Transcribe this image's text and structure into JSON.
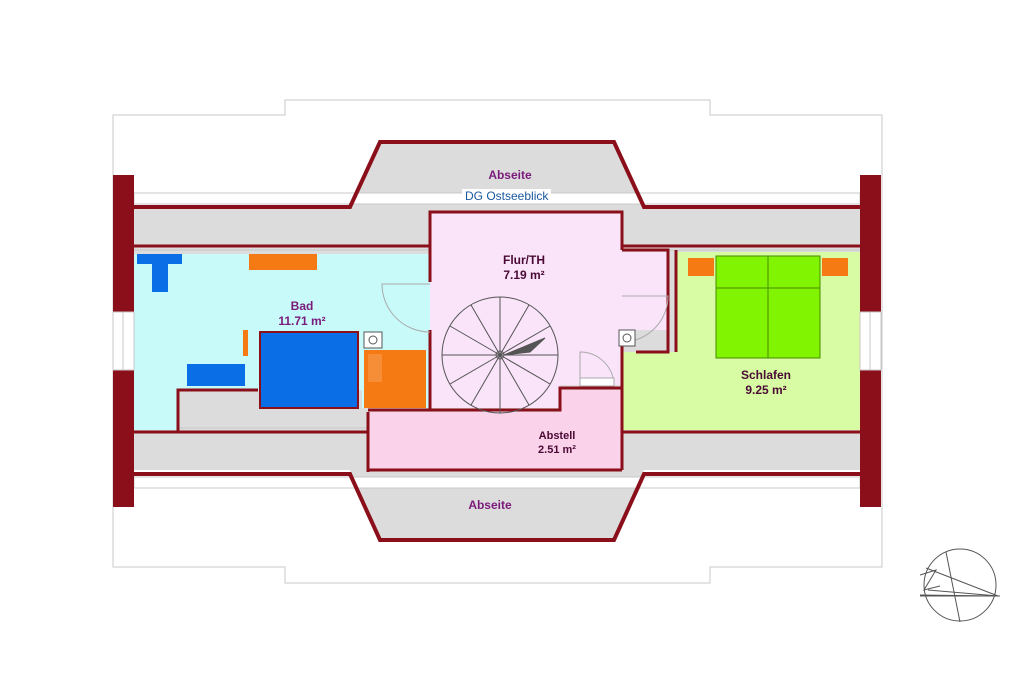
{
  "plan": {
    "subtitle": "DG Ostseeblick",
    "colors": {
      "wall": "#8b0f1a",
      "roof_outline": "#c8c8c8",
      "abseite": "#dcdcdc",
      "bad": "#c8fafa",
      "flur": "#fae4fa",
      "schlafen": "#d8fca4",
      "abstell": "#fad2ea",
      "bed": "#80f400",
      "fixture_blue": "#0a6ee6",
      "fixture_orange": "#f57a14"
    },
    "rooms": {
      "abseite_top": {
        "name": "Abseite"
      },
      "abseite_bottom": {
        "name": "Abseite"
      },
      "flur": {
        "name": "Flur/TH",
        "area": "7.19 m²"
      },
      "bad": {
        "name": "Bad",
        "area": "11.71 m²"
      },
      "schlafen": {
        "name": "Schlafen",
        "area": "9.25 m²"
      },
      "abstell": {
        "name": "Abstell",
        "area": "2.51 m²"
      }
    },
    "compass": {
      "icon": "north-arrow-icon"
    }
  }
}
